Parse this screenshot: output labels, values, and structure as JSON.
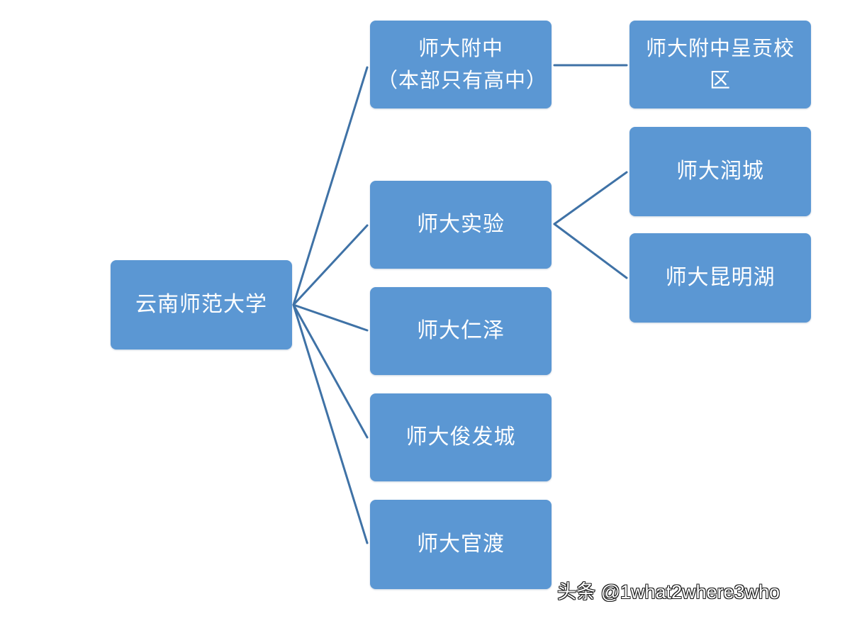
{
  "diagram": {
    "root": {
      "label": "云南师范大学"
    },
    "level1": [
      {
        "id": "fuzhong",
        "label": "师大附中\n（本部只有高中）"
      },
      {
        "id": "shiyan",
        "label": "师大实验"
      },
      {
        "id": "renze",
        "label": "师大仁泽"
      },
      {
        "id": "junfa",
        "label": "师大俊发城"
      },
      {
        "id": "guandu",
        "label": "师大官渡"
      }
    ],
    "level2": [
      {
        "id": "chenggong",
        "parent": "fuzhong",
        "label": "师大附中呈贡校\n区"
      },
      {
        "id": "runcheng",
        "parent": "shiyan",
        "label": "师大润城"
      },
      {
        "id": "kunminghu",
        "parent": "shiyan",
        "label": "师大昆明湖"
      }
    ]
  },
  "watermark": {
    "text": "头条 @1what2where3who"
  },
  "colors": {
    "node_fill": "#5b97d3",
    "node_text": "#ffffff",
    "connector": "#3f72a6",
    "background": "#ffffff"
  }
}
